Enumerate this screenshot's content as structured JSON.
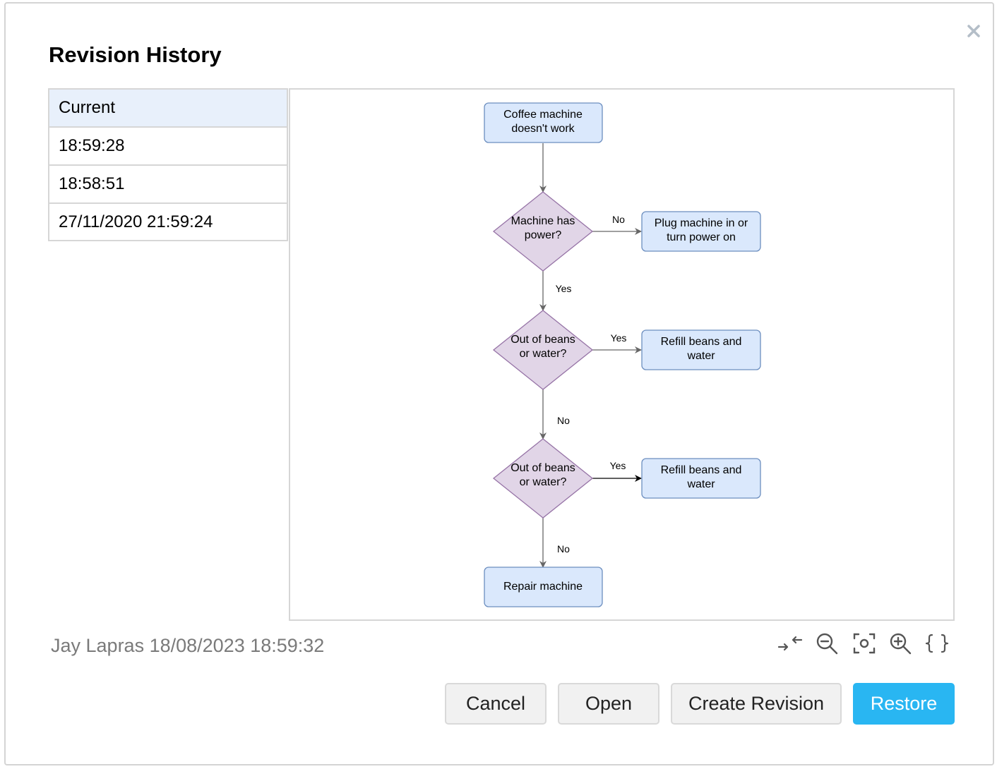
{
  "dialog": {
    "title": "Revision History",
    "close_icon": "close-icon"
  },
  "revisions": [
    {
      "label": "Current",
      "selected": true
    },
    {
      "label": "18:59:28",
      "selected": false
    },
    {
      "label": "18:58:51",
      "selected": false
    },
    {
      "label": "27/11/2020 21:59:24",
      "selected": false
    }
  ],
  "flowchart": {
    "nodes": {
      "start": [
        "Coffee machine",
        "doesn't work"
      ],
      "d1": [
        "Machine has",
        "power?"
      ],
      "r1": [
        "Plug machine in or",
        "turn power on"
      ],
      "d2": [
        "Out of beans",
        "or water?"
      ],
      "r2": [
        "Refill beans and",
        "water"
      ],
      "d3": [
        "Out of beans",
        "or water?"
      ],
      "r3": [
        "Refill beans and",
        "water"
      ],
      "end": [
        "Repair machine"
      ]
    },
    "edge_labels": {
      "d1_r1": "No",
      "d1_d2": "Yes",
      "d2_r2": "Yes",
      "d2_d3": "No",
      "d3_r3": "Yes",
      "d3_end": "No"
    }
  },
  "footer": {
    "meta": "Jay Lapras 18/08/2023 18:59:32"
  },
  "toolbar": {
    "icons": [
      "collapse-icon",
      "zoom-out-icon",
      "fit-icon",
      "zoom-in-icon",
      "code-braces-icon"
    ]
  },
  "buttons": {
    "cancel": "Cancel",
    "open": "Open",
    "create_revision": "Create Revision",
    "restore": "Restore"
  },
  "colors": {
    "primary_button": "#29b6f2",
    "selected_row": "#e8f0fb",
    "process_fill": "#dae8fc",
    "process_stroke": "#6c8ebf",
    "decision_fill": "#e1d5e7",
    "decision_stroke": "#9673a6"
  }
}
